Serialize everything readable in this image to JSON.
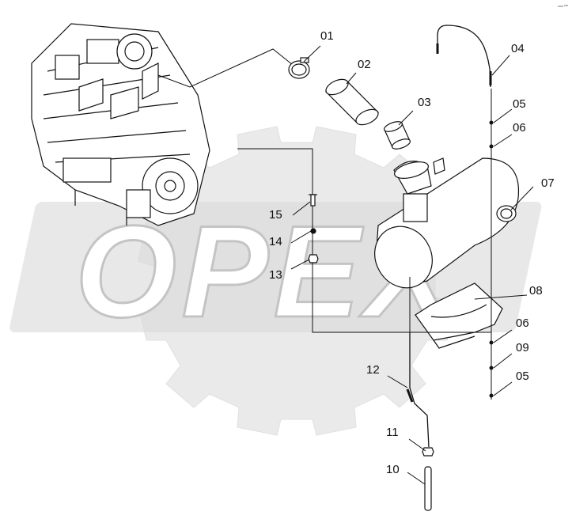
{
  "watermark": {
    "text": "OPEX",
    "gear_color": "#d8d8d8",
    "text_color": "#ffffff"
  },
  "corner_mark": "",
  "colors": {
    "line": "#111111",
    "fill": "#ffffff"
  },
  "callouts": {
    "p01": "01",
    "p02": "02",
    "p03": "03",
    "p04": "04",
    "p05a": "05",
    "p06a": "06",
    "p07": "07",
    "p08": "08",
    "p06b": "06",
    "p09": "09",
    "p05b": "05",
    "p12": "12",
    "p11": "11",
    "p10": "10",
    "p15": "15",
    "p14": "14",
    "p13": "13"
  }
}
